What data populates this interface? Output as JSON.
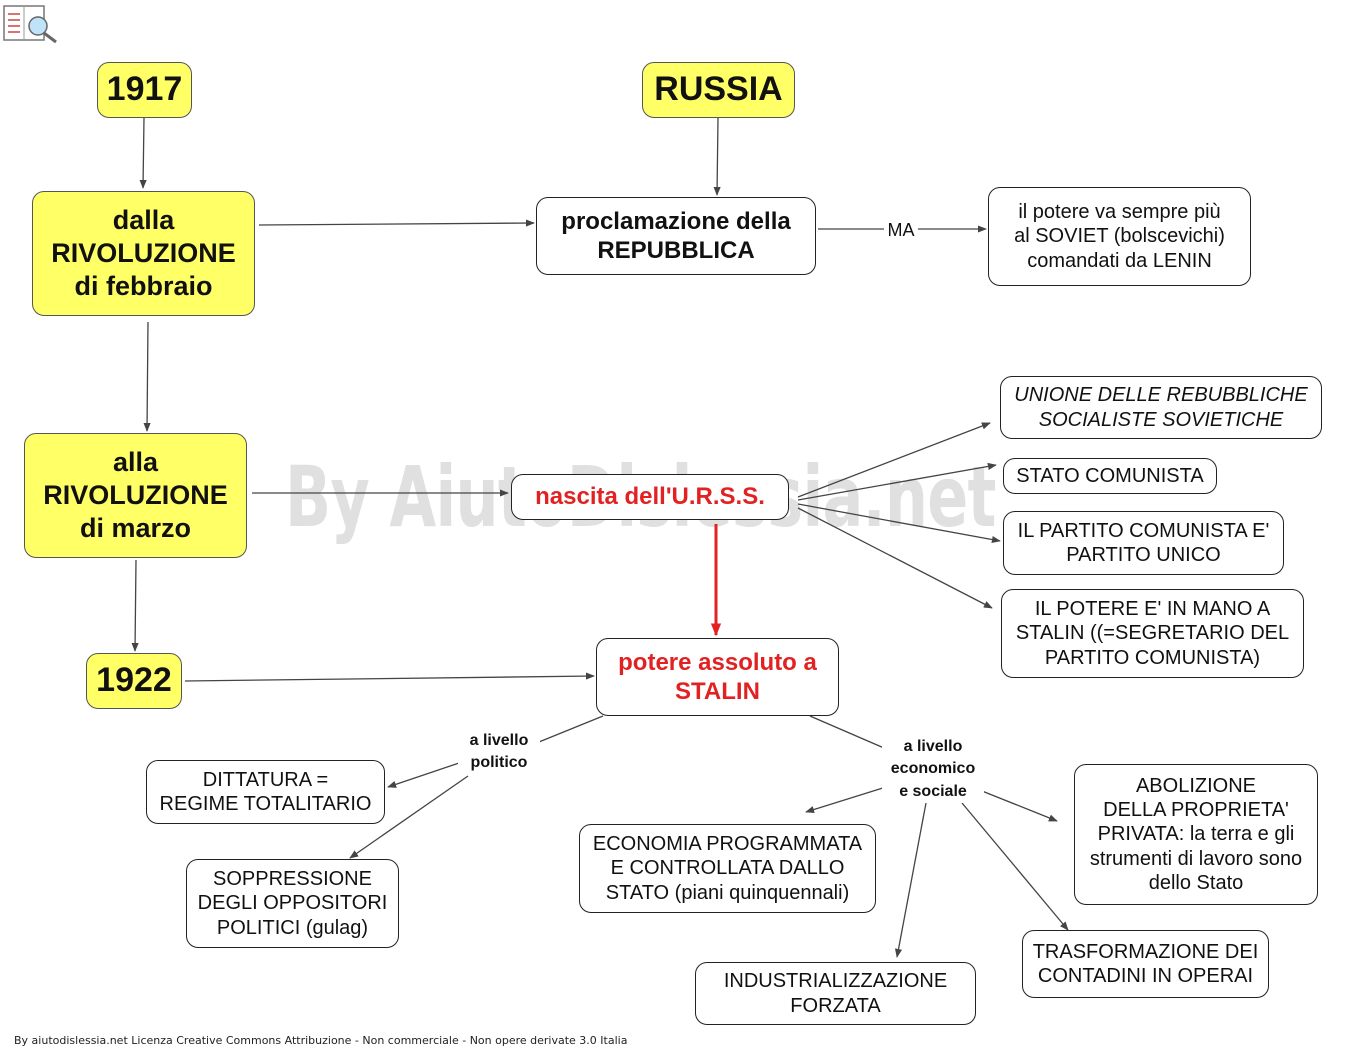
{
  "nodes": {
    "n1917": "1917",
    "russia": "RUSSIA",
    "feb": "dalla\nRIVOLUZIONE\ndi febbraio",
    "repubblica": "proclamazione della\nREPUBBLICA",
    "soviet": "il potere va sempre più\nal SOVIET (bolscevichi)\ncomandati da LENIN",
    "marzo": "alla\nRIVOLUZIONE\ndi marzo",
    "urss": "nascita dell'U.R.S.S.",
    "unione": "UNIONE DELLE REBUBBLICHE\nSOCIALISTE SOVIETICHE",
    "stato": "STATO COMUNISTA",
    "partito": "IL PARTITO COMUNISTA E'\nPARTITO UNICO",
    "potere_mano": "IL POTERE E' IN MANO A\nSTALIN ((=SEGRETARIO DEL\nPARTITO COMUNISTA)",
    "n1922": "1922",
    "stalin": "potere assoluto a\nSTALIN",
    "dittatura": "DITTATURA =\nREGIME TOTALITARIO",
    "soppressione": "SOPPRESSIONE\nDEGLI OPPOSITORI\nPOLITICI (gulag)",
    "economia": "ECONOMIA PROGRAMMATA\nE CONTROLLATA DALLO\nSTATO (piani quinquennali)",
    "abolizione": "ABOLIZIONE\nDELLA PROPRIETA'\nPRIVATA: la terra e gli\nstrumenti di lavoro sono\ndello Stato",
    "industrializzazione": "INDUSTRIALIZZAZIONE\nFORZATA",
    "trasformazione": "TRASFORMAZIONE DEI\nCONTADINI IN OPERAI"
  },
  "edge_labels": {
    "ma": "MA",
    "politico": "a livello\npolitico",
    "economico": "a livello\neconomico\ne sociale"
  },
  "watermark": "By AiutoDislessia.net",
  "footer": "By aiutodislessia.net Licenza Creative Commons Attribuzione - Non commerciale - Non opere derivate 3.0 Italia",
  "colors": {
    "node_fill_yellow": "#ffff66",
    "emphasis_red": "#e22222",
    "arrow": "#444444",
    "arrow_emphasis": "#e22222"
  }
}
